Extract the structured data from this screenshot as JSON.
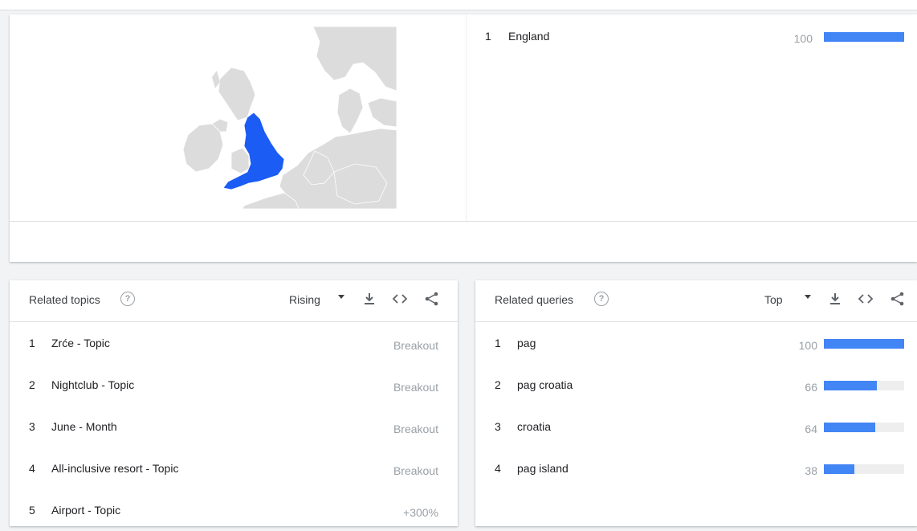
{
  "region": {
    "rows": [
      {
        "index": "1",
        "name": "England",
        "value": "100",
        "fraction": 1.0
      }
    ],
    "map": {
      "highlight_color": "#1a5cf4",
      "land_color": "#dcdcdc",
      "border_color": "#ffffff"
    }
  },
  "topics": {
    "title": "Related topics",
    "help_icon": "help-circle-icon",
    "selector": "Rising",
    "icons": [
      "download-icon",
      "embed-code-icon",
      "share-icon"
    ],
    "rows": [
      {
        "index": "1",
        "name": "Zrće - Topic",
        "value": "Breakout"
      },
      {
        "index": "2",
        "name": "Nightclub - Topic",
        "value": "Breakout"
      },
      {
        "index": "3",
        "name": "June - Month",
        "value": "Breakout"
      },
      {
        "index": "4",
        "name": "All-inclusive resort - Topic",
        "value": "Breakout"
      },
      {
        "index": "5",
        "name": "Airport - Topic",
        "value": "+300%"
      }
    ]
  },
  "queries": {
    "title": "Related queries",
    "help_icon": "help-circle-icon",
    "selector": "Top",
    "icons": [
      "download-icon",
      "embed-code-icon",
      "share-icon"
    ],
    "rows": [
      {
        "index": "1",
        "name": "pag",
        "value": "100",
        "fraction": 1.0
      },
      {
        "index": "2",
        "name": "pag croatia",
        "value": "66",
        "fraction": 0.66
      },
      {
        "index": "3",
        "name": "croatia",
        "value": "64",
        "fraction": 0.64
      },
      {
        "index": "4",
        "name": "pag island",
        "value": "38",
        "fraction": 0.38
      }
    ]
  },
  "colors": {
    "bar": "#4285f4",
    "track": "#eeeeee",
    "muted": "#9aa0a6"
  }
}
